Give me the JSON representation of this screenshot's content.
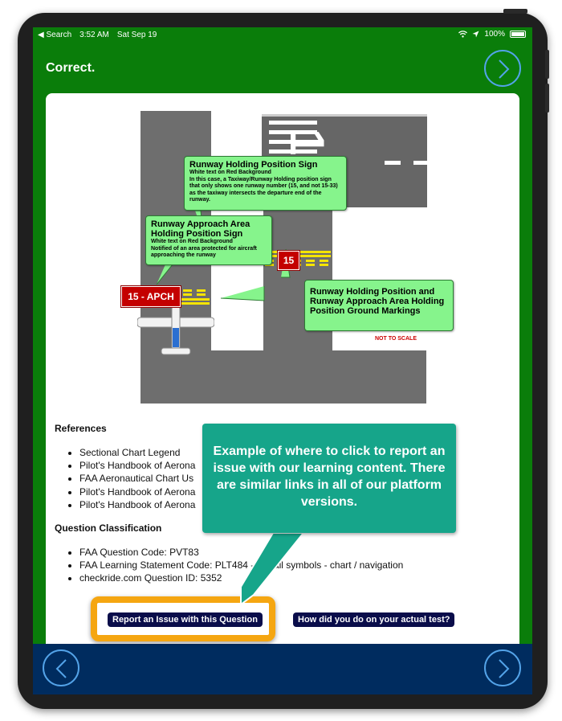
{
  "status_bar": {
    "back_label": "◀ Search",
    "time": "3:52 AM",
    "date": "Sat Sep 19",
    "battery": "100%"
  },
  "header": {
    "title": "Correct."
  },
  "diagram": {
    "runway_number": "15",
    "callout_hold_sign": {
      "title": "Runway Holding Position Sign",
      "line1": "White text on Red Background",
      "line2": "In this case, a Taxiway/Runway Holding position sign that only shows one runway number (15, and not 15-33) as the taxiway intersects the departure end of the runway."
    },
    "callout_approach_sign": {
      "title": "Runway Approach Area Holding Position Sign",
      "line1": "White text on Red Background",
      "line2": "Notified of an area protected for aircraft approaching the runway"
    },
    "callout_markings": {
      "title": "Runway Holding Position and Runway Approach Area Holding Position Ground Markings"
    },
    "sign_15": "15",
    "sign_apch": "15 - APCH",
    "not_to_scale": "NOT TO SCALE"
  },
  "references": {
    "title": "References",
    "items": [
      "Sectional Chart Legend",
      "Pilot's Handbook of Aerona",
      "FAA Aeronautical Chart Us",
      "Pilot's Handbook of Aerona",
      "Pilot's Handbook of Aerona"
    ]
  },
  "classification": {
    "title": "Question Classification",
    "items": [
      "FAA Question Code: PVT83",
      "FAA Learning Statement Code: PLT484 - Recall symbols - chart / navigation",
      "checkride.com Question ID: 5352"
    ]
  },
  "buttons": {
    "report_issue": "Report an Issue with this Question",
    "actual_test": "How did you do on your actual test?"
  },
  "annotation": {
    "text": "Example of where to click to report an issue with our learning content.  There are similar links in all of our platform versions."
  },
  "colors": {
    "header_green": "#0a7d0a",
    "bottom_navy": "#002c5f",
    "annotation_teal": "#16a58a",
    "highlight_orange": "#f5a611",
    "callout_green": "#86f48c",
    "sign_red": "#c40000"
  }
}
